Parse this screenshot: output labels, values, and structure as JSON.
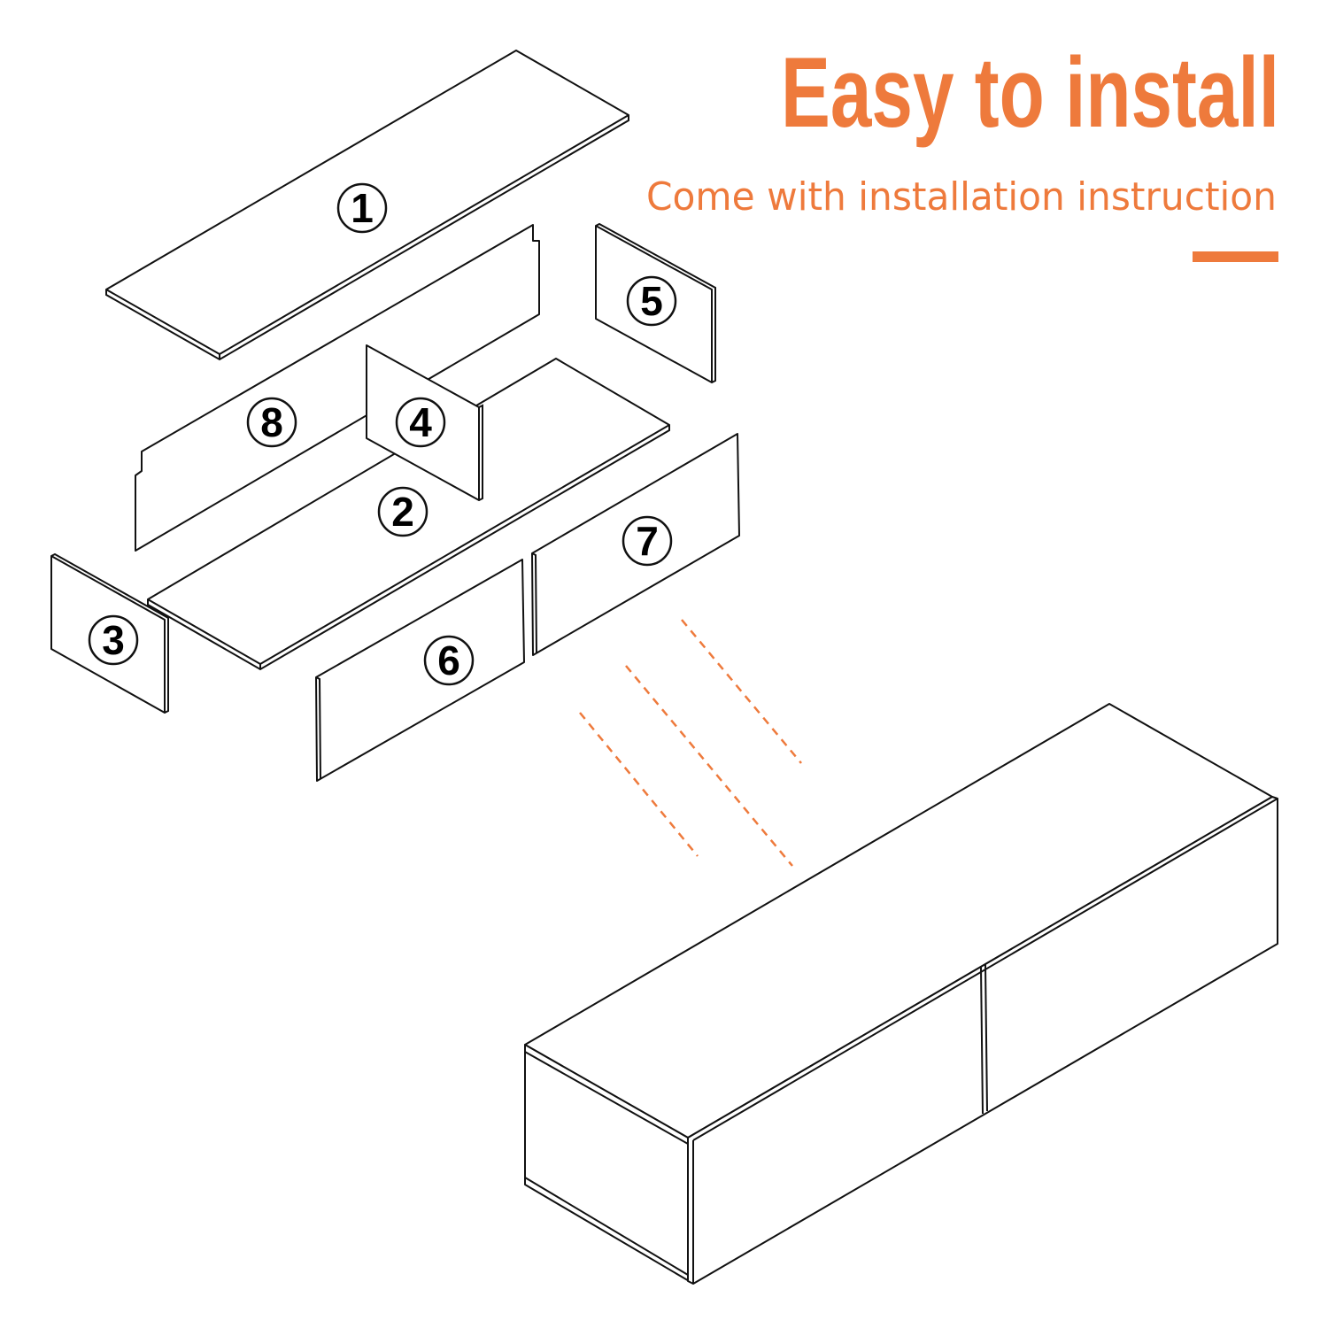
{
  "header": {
    "title": "Easy to install",
    "subtitle": "Come with installation instruction"
  },
  "colors": {
    "accent": "#EE7A3C",
    "line": "#111111"
  },
  "parts": [
    {
      "id": "1",
      "label": "1",
      "name": "top-panel"
    },
    {
      "id": "2",
      "label": "2",
      "name": "bottom-panel"
    },
    {
      "id": "3",
      "label": "3",
      "name": "left-side-panel"
    },
    {
      "id": "4",
      "label": "4",
      "name": "middle-divider-panel"
    },
    {
      "id": "5",
      "label": "5",
      "name": "right-side-panel"
    },
    {
      "id": "6",
      "label": "6",
      "name": "left-door-panel"
    },
    {
      "id": "7",
      "label": "7",
      "name": "right-door-panel"
    },
    {
      "id": "8",
      "label": "8",
      "name": "back-panel"
    }
  ]
}
